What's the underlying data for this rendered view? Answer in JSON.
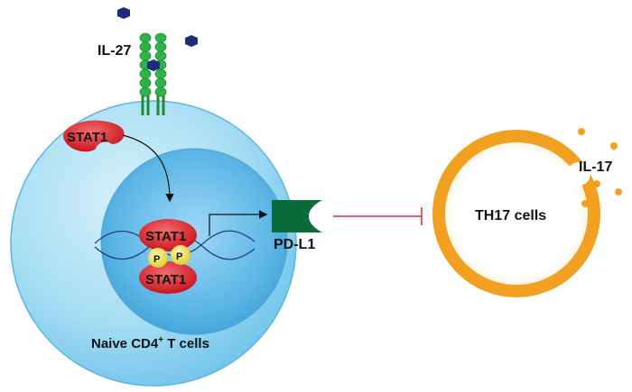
{
  "labels": {
    "cytokine": "IL-27",
    "stat1_cytoplasm": "STAT1",
    "stat1_top": "STAT1",
    "stat1_bottom": "STAT1",
    "phospho_left": "P",
    "phospho_right": "P",
    "receptor_ligand": "PD-L1",
    "cell_left_prefix": "Naive CD4",
    "cell_left_superscript": "+",
    "cell_left_suffix": " T cells",
    "cell_right": "TH17 cells",
    "secreted_cytokine": "IL-17"
  },
  "colors": {
    "cell_outer": "#8fd3f0",
    "cell_nucleus": "#5bb8e6",
    "stat1": "#d8232a",
    "phospho": "#f3e24c",
    "receptor_chain": "#2db34a",
    "il27_particle": "#1e2d7a",
    "pdl1": "#0a6b3a",
    "inhibition_line": "#d42a3a",
    "th17_ring": "#f2a01f",
    "il17_dot": "#f2a01f",
    "dna": "#243a86"
  }
}
